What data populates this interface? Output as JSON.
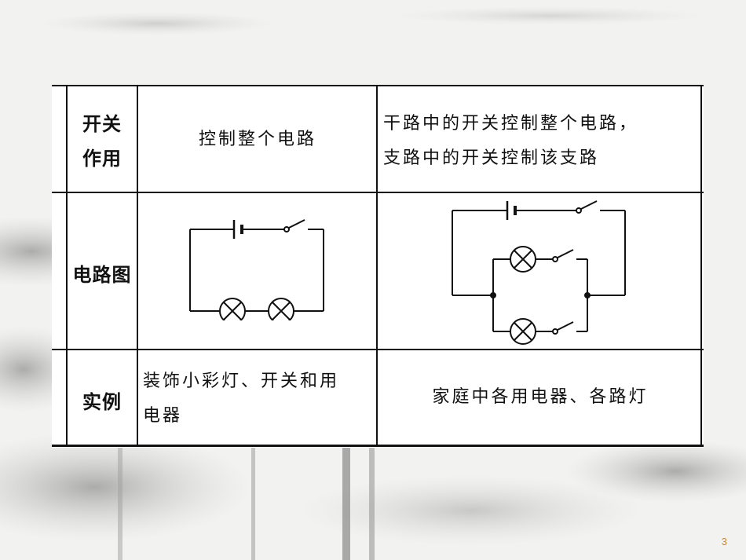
{
  "table": {
    "rows": [
      {
        "header": [
          "开关",
          "作用"
        ],
        "series": "控制整个电路",
        "parallel": [
          "干路中的开关控制整个电路，",
          "支路中的开关控制该支路"
        ]
      },
      {
        "header": [
          "电路图"
        ],
        "series_diagram": "series-circuit",
        "parallel_diagram": "parallel-circuit"
      },
      {
        "header": [
          "实例"
        ],
        "series": [
          "装饰小彩灯、开关和用",
          "电器"
        ],
        "parallel": "家庭中各用电器、各路灯"
      }
    ]
  },
  "page": {
    "number": "3"
  },
  "colors": {
    "background": "#f2f2f0",
    "line": "#111111",
    "page_number": "#c58a3a"
  }
}
